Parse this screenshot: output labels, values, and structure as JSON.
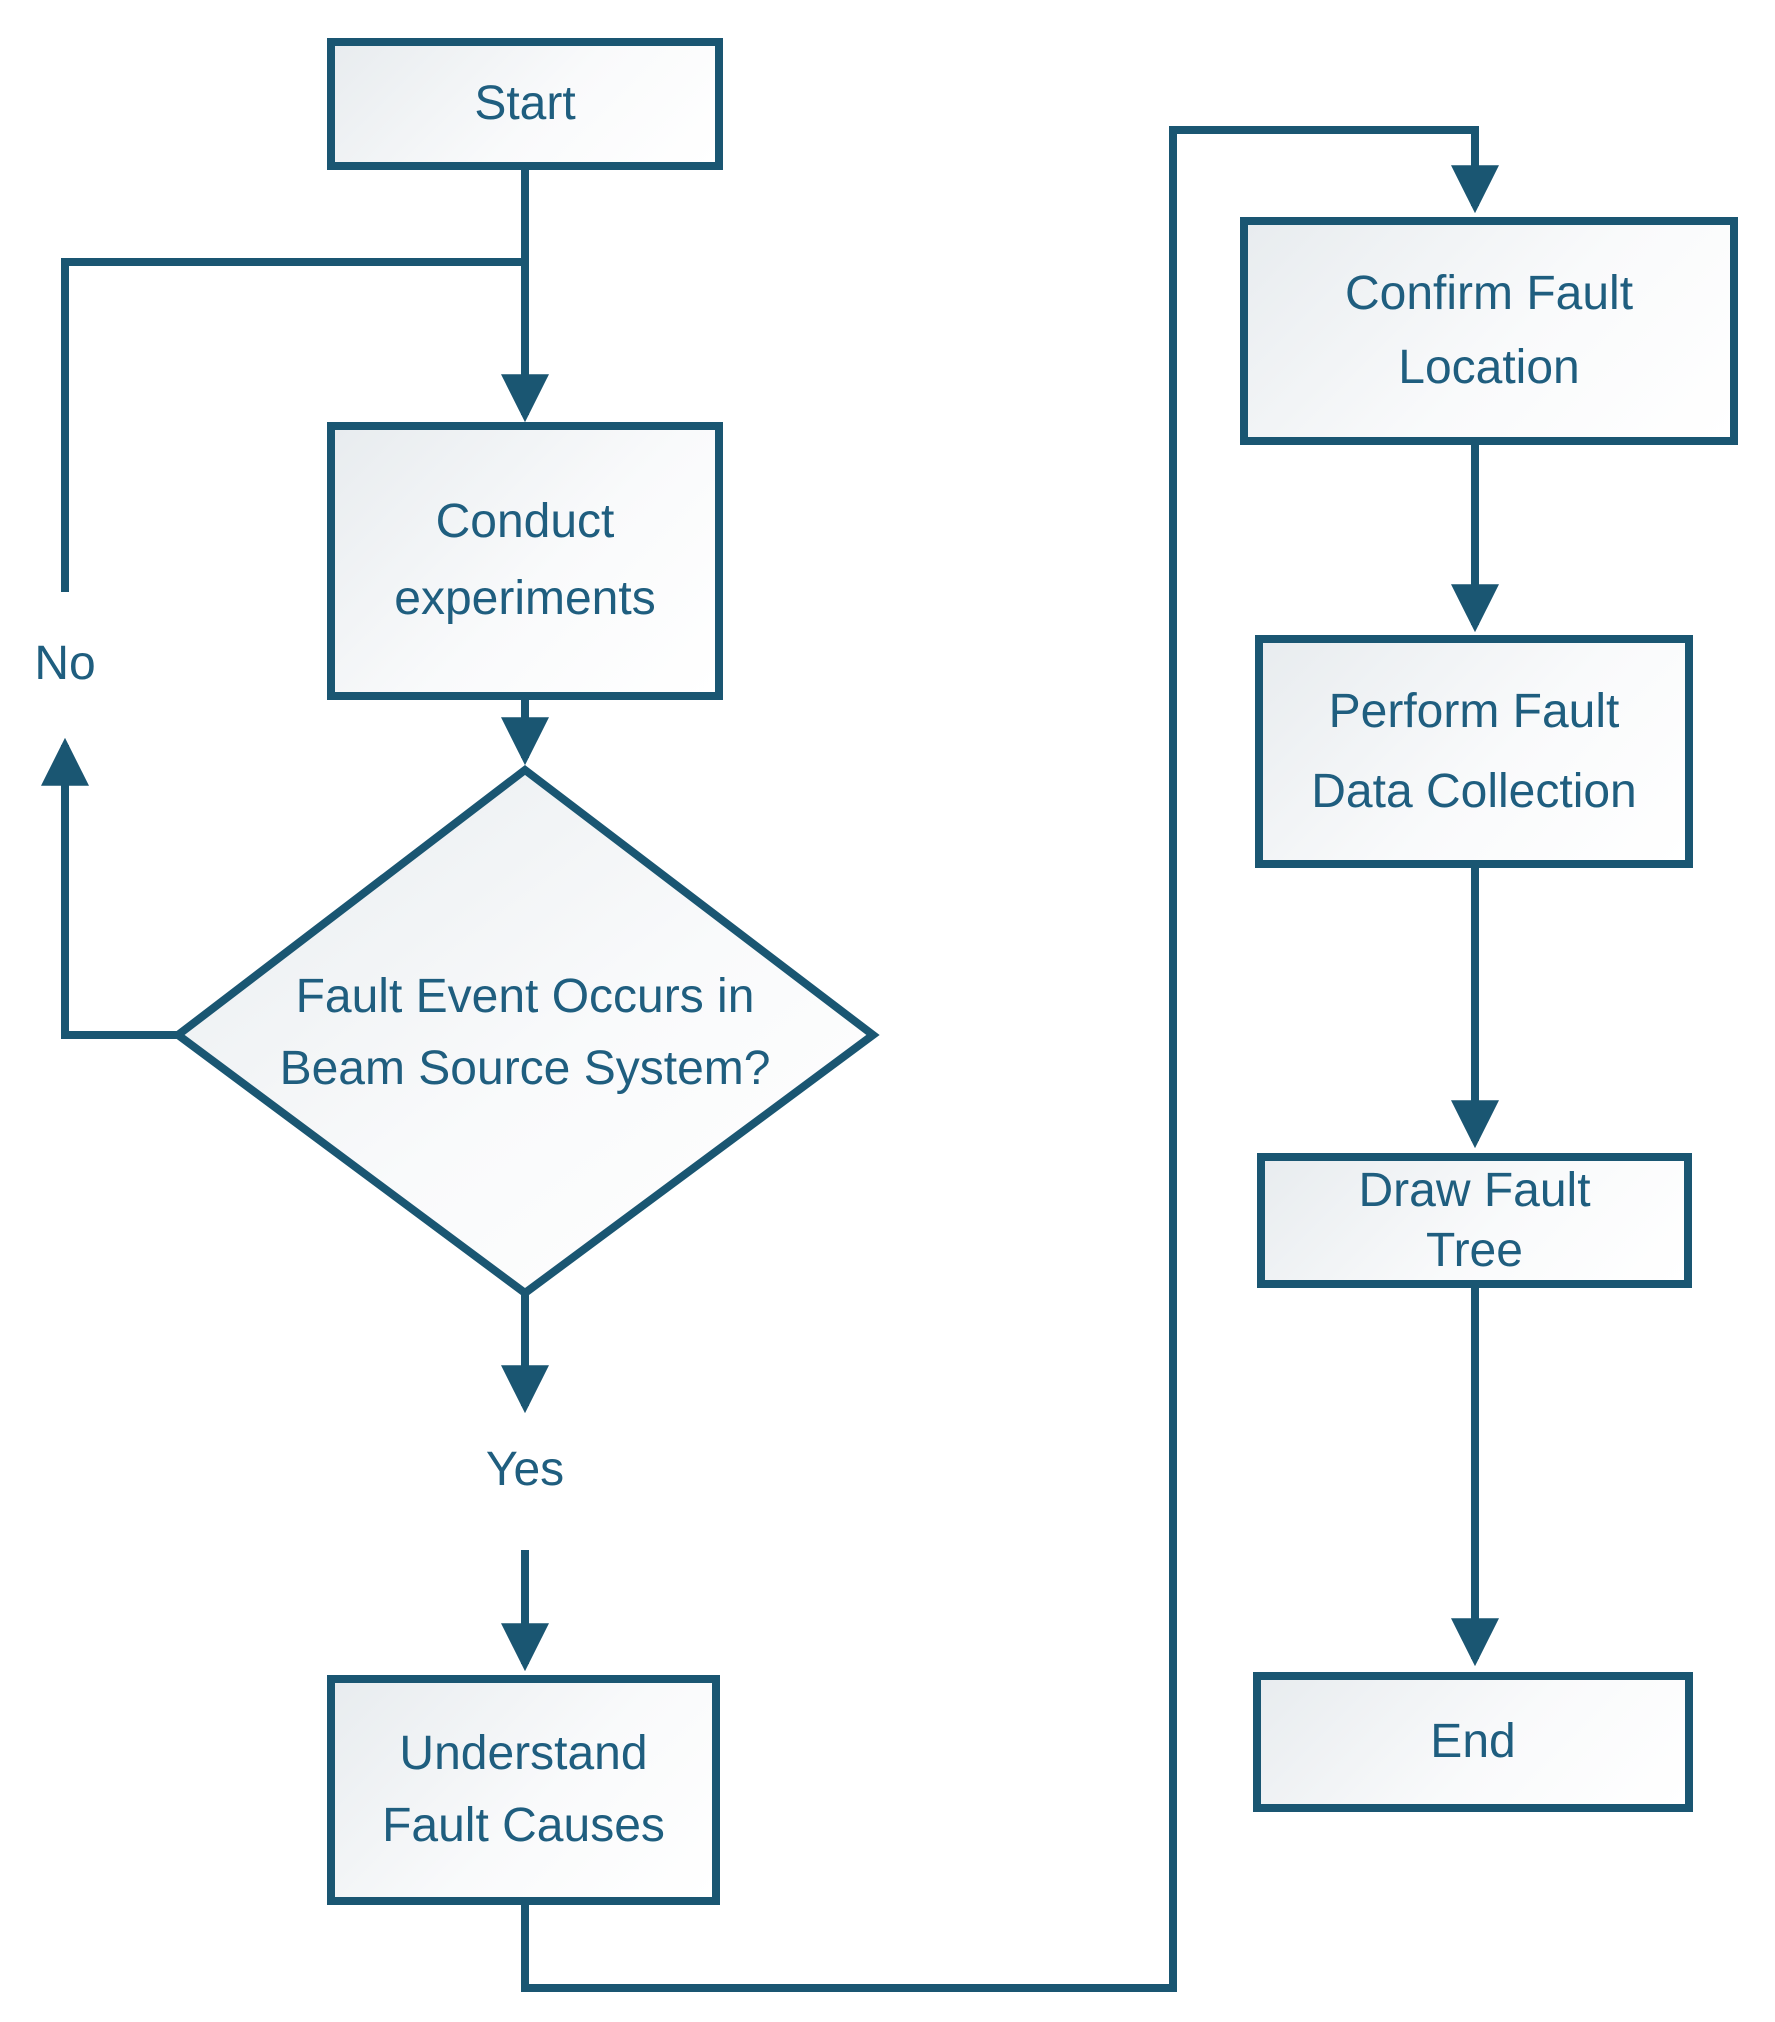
{
  "flow": {
    "colors": {
      "line_stroke": "#1a5672",
      "label_text": "#1f5e7f",
      "node_fill_top": "#e8ecef",
      "node_fill_bottom": "#ffffff"
    },
    "nodes": {
      "start": {
        "label": "Start",
        "shape": "rectangle"
      },
      "conduct": {
        "label": "Conduct\nexperiments",
        "shape": "rectangle"
      },
      "decision": {
        "label": "Fault Event Occurs in\nBeam Source System?",
        "shape": "diamond"
      },
      "understand": {
        "label": "Understand\nFault Causes",
        "shape": "rectangle"
      },
      "confirm": {
        "label": "Confirm Fault\nLocation",
        "shape": "rectangle"
      },
      "perform": {
        "label": "Perform Fault\nData Collection",
        "shape": "rectangle"
      },
      "draw": {
        "label": "Draw Fault\nTree",
        "shape": "rectangle"
      },
      "end": {
        "label": "End",
        "shape": "rectangle"
      }
    },
    "edge_labels": {
      "yes": "Yes",
      "no": "No"
    },
    "edges": [
      {
        "from": "start",
        "to": "conduct"
      },
      {
        "from": "conduct",
        "to": "decision"
      },
      {
        "from": "decision",
        "to": "conduct",
        "label": "No"
      },
      {
        "from": "decision",
        "to": "understand",
        "label": "Yes"
      },
      {
        "from": "understand",
        "to": "confirm"
      },
      {
        "from": "confirm",
        "to": "perform"
      },
      {
        "from": "perform",
        "to": "draw"
      },
      {
        "from": "draw",
        "to": "end"
      }
    ]
  }
}
